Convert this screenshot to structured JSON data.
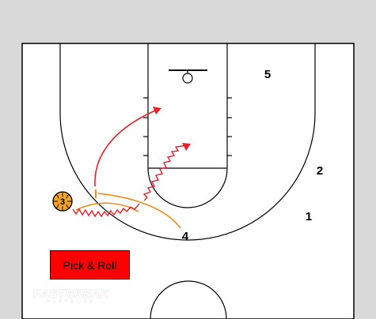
{
  "play": {
    "label": "Pick & Roll"
  },
  "watermark": {
    "line1": "FASTBREAK",
    "line2": "PLAYBOOK"
  },
  "players": [
    {
      "id": "p5",
      "label": "5"
    },
    {
      "id": "p2",
      "label": "2"
    },
    {
      "id": "p1",
      "label": "1"
    },
    {
      "id": "p4",
      "label": "4"
    }
  ],
  "ball_handler": {
    "label": "3"
  },
  "colors": {
    "background": "#d9d9d9",
    "court": "#ffffff",
    "lines": "#000000",
    "cut_arrow": "#e8202a",
    "screen_path": "#f08a1c",
    "ball": "#f5a623",
    "badge": "#ff0000"
  }
}
